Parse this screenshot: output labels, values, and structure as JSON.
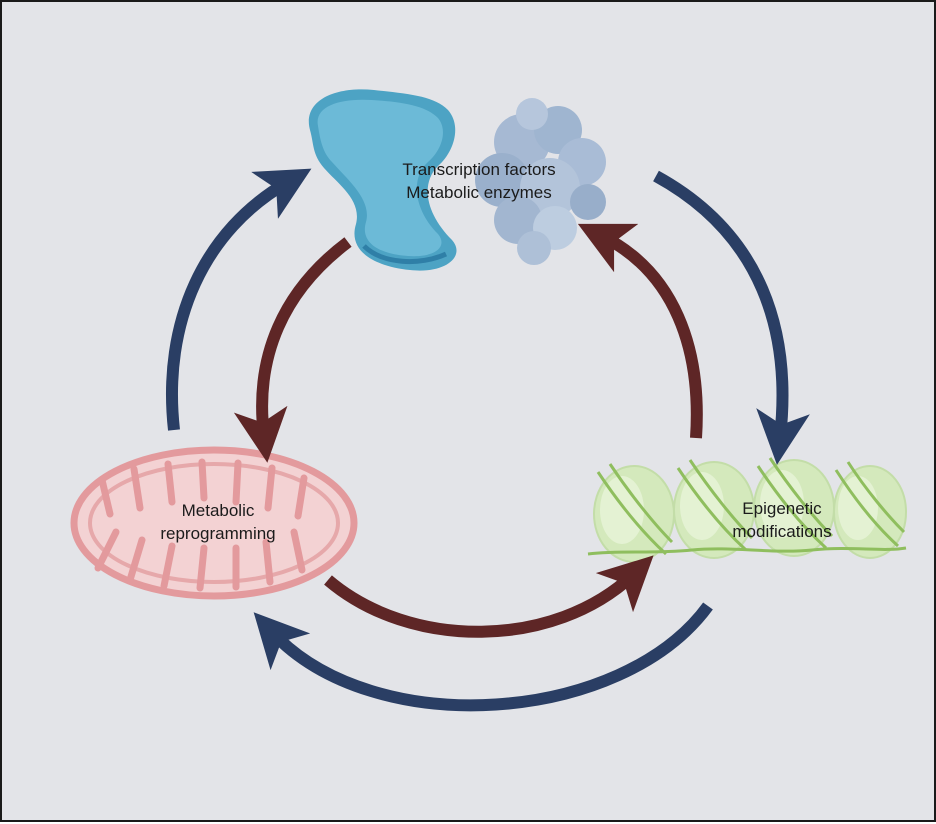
{
  "labels": {
    "top_line1": "Transcription factors",
    "top_line2": "Metabolic enzymes",
    "left_line1": "Metabolic",
    "left_line2": "reprogramming",
    "right_line1": "Epigenetic",
    "right_line2": "modifications"
  },
  "colors": {
    "background": "#e3e4e8",
    "arrow_blue": "#2a3e64",
    "arrow_red": "#5e2626",
    "protein_blue": "#4da3c4",
    "protein_grey": "#9db3cf",
    "mitochondrion": "#e7a4a6",
    "nucleosome": "#cfe6b4"
  }
}
